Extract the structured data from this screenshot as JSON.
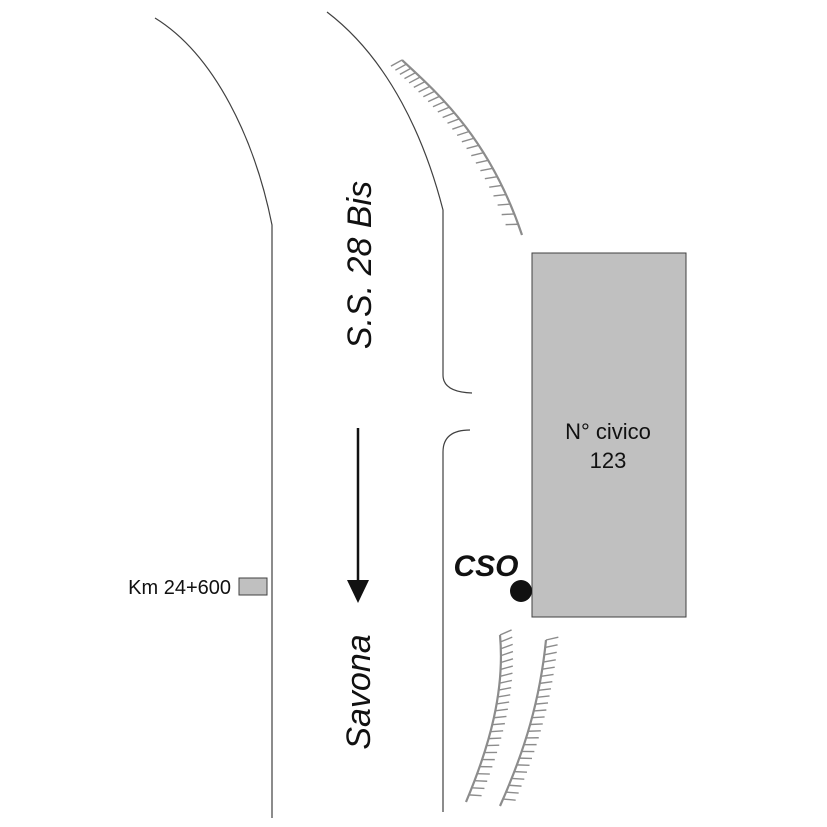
{
  "road": {
    "name": "S.S. 28 Bis",
    "destination": "Savona"
  },
  "building": {
    "label_line1": "N° civico",
    "label_line2": "123"
  },
  "point": {
    "label": "CSO"
  },
  "kilometre_marker": {
    "label": "Km 24+600"
  },
  "colors": {
    "line": "#404040",
    "building_fill": "#c0c0c0",
    "embankment": "#8c8c8c",
    "text": "#111111"
  }
}
